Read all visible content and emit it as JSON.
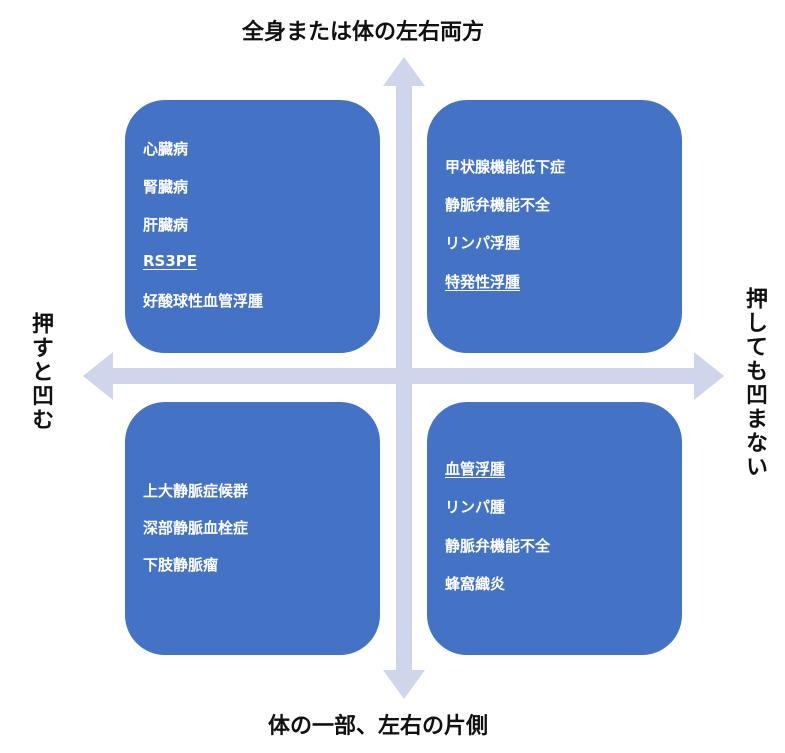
{
  "axes": {
    "top": "全身または体の左右両方",
    "bottom": "体の一部、左右の片側",
    "left": "押すと凹む",
    "right": "押しても凹まない"
  },
  "colors": {
    "box": "#4472C4",
    "arrow": "#CFD5EA"
  },
  "quadrants": {
    "top_left": [
      {
        "label": "心臓病",
        "link": false
      },
      {
        "label": "腎臓病",
        "link": false
      },
      {
        "label": "肝臓病",
        "link": false
      },
      {
        "label": "RS3PE",
        "link": true
      },
      {
        "label": "好酸球性血管浮腫",
        "link": false
      }
    ],
    "top_right": [
      {
        "label": "甲状腺機能低下症",
        "link": false
      },
      {
        "label": "静脈弁機能不全",
        "link": false
      },
      {
        "label": "リンパ浮腫",
        "link": false
      },
      {
        "label": "特発性浮腫",
        "link": true
      }
    ],
    "bottom_left": [
      {
        "label": "上大静脈症候群",
        "link": false
      },
      {
        "label": "深部静脈血栓症",
        "link": false
      },
      {
        "label": "下肢静脈瘤",
        "link": false
      }
    ],
    "bottom_right": [
      {
        "label": "血管浮腫",
        "link": true
      },
      {
        "label": "リンパ腫",
        "link": false
      },
      {
        "label": "静脈弁機能不全",
        "link": false
      },
      {
        "label": "蜂窩織炎",
        "link": false
      }
    ]
  }
}
